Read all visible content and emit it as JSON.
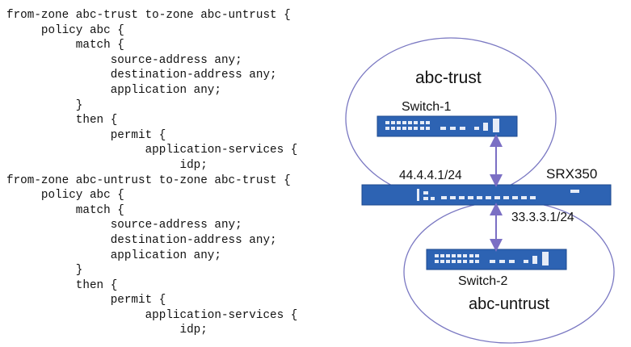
{
  "config_lines": [
    "from-zone abc-trust to-zone abc-untrust {",
    "     policy abc {",
    "          match {",
    "               source-address any;",
    "               destination-address any;",
    "               application any;",
    "          }",
    "          then {",
    "               permit {",
    "                    application-services {",
    "                         idp;",
    "from-zone abc-untrust to-zone abc-trust {",
    "     policy abc {",
    "          match {",
    "               source-address any;",
    "               destination-address any;",
    "               application any;",
    "          }",
    "          then {",
    "               permit {",
    "                    application-services {",
    "                         idp;"
  ],
  "diagram": {
    "zone_trust": "abc-trust",
    "zone_untrust": "abc-untrust",
    "switch1": "Switch-1",
    "switch2": "Switch-2",
    "firewall": "SRX350",
    "ip_trust": "44.4.4.1/24",
    "ip_untrust": "33.3.3.1/24"
  },
  "colors": {
    "device_blue": "#2d63b3",
    "zone_outline": "#7a78c2",
    "link_arrow": "#7b6fc4"
  }
}
